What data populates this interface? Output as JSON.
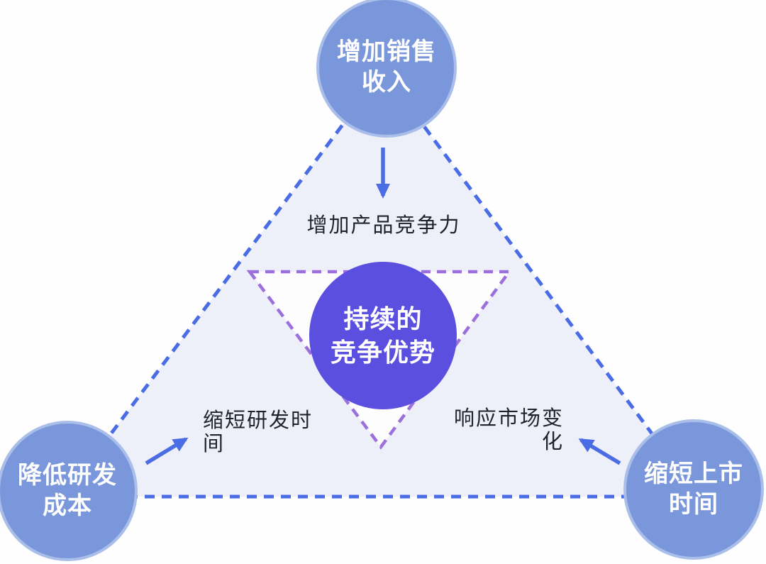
{
  "diagram": {
    "title": "sustained competitive advantage triangle",
    "center": {
      "label": "持续的\n竞争优势"
    },
    "nodes": {
      "top": {
        "label": "增加销售\n收入"
      },
      "bottom_left": {
        "label": "降低研发\n成本"
      },
      "bottom_right": {
        "label": "缩短上市\n时间"
      }
    },
    "annotations": {
      "top": "增加产品竞争力",
      "left": "缩短研发时\n间",
      "right": "响应市场变\n化"
    },
    "colors": {
      "node_fill": "#7b97dc",
      "node_border": "#a9bfe9",
      "node_text": "#ffffff",
      "center_fill": "#5a4fdf",
      "outer_dash": "#4a6ce4",
      "inner_dash": "#9c70dc",
      "outer_fill": "#edeff9",
      "inner_fill": "#fdfdfe",
      "label_text": "#1f242b",
      "page_bg": "#fefefe"
    }
  }
}
